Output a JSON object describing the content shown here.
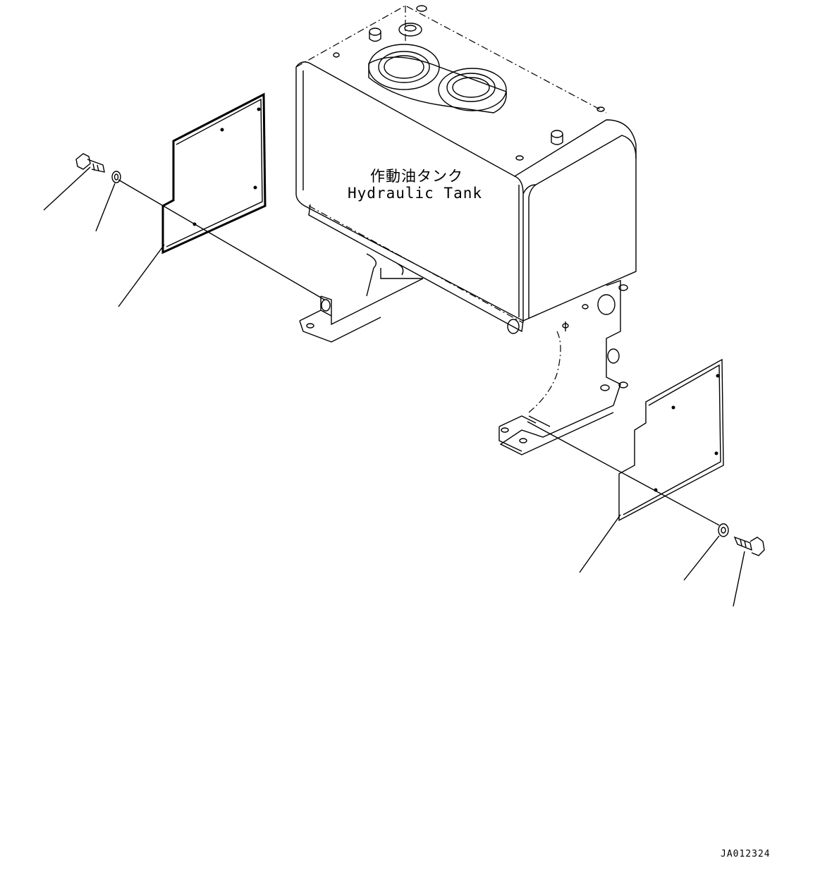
{
  "labels": {
    "tank_name_jp": "作動油タンク",
    "tank_name_en": "Hydraulic Tank",
    "drawing_code": "JA012324"
  }
}
